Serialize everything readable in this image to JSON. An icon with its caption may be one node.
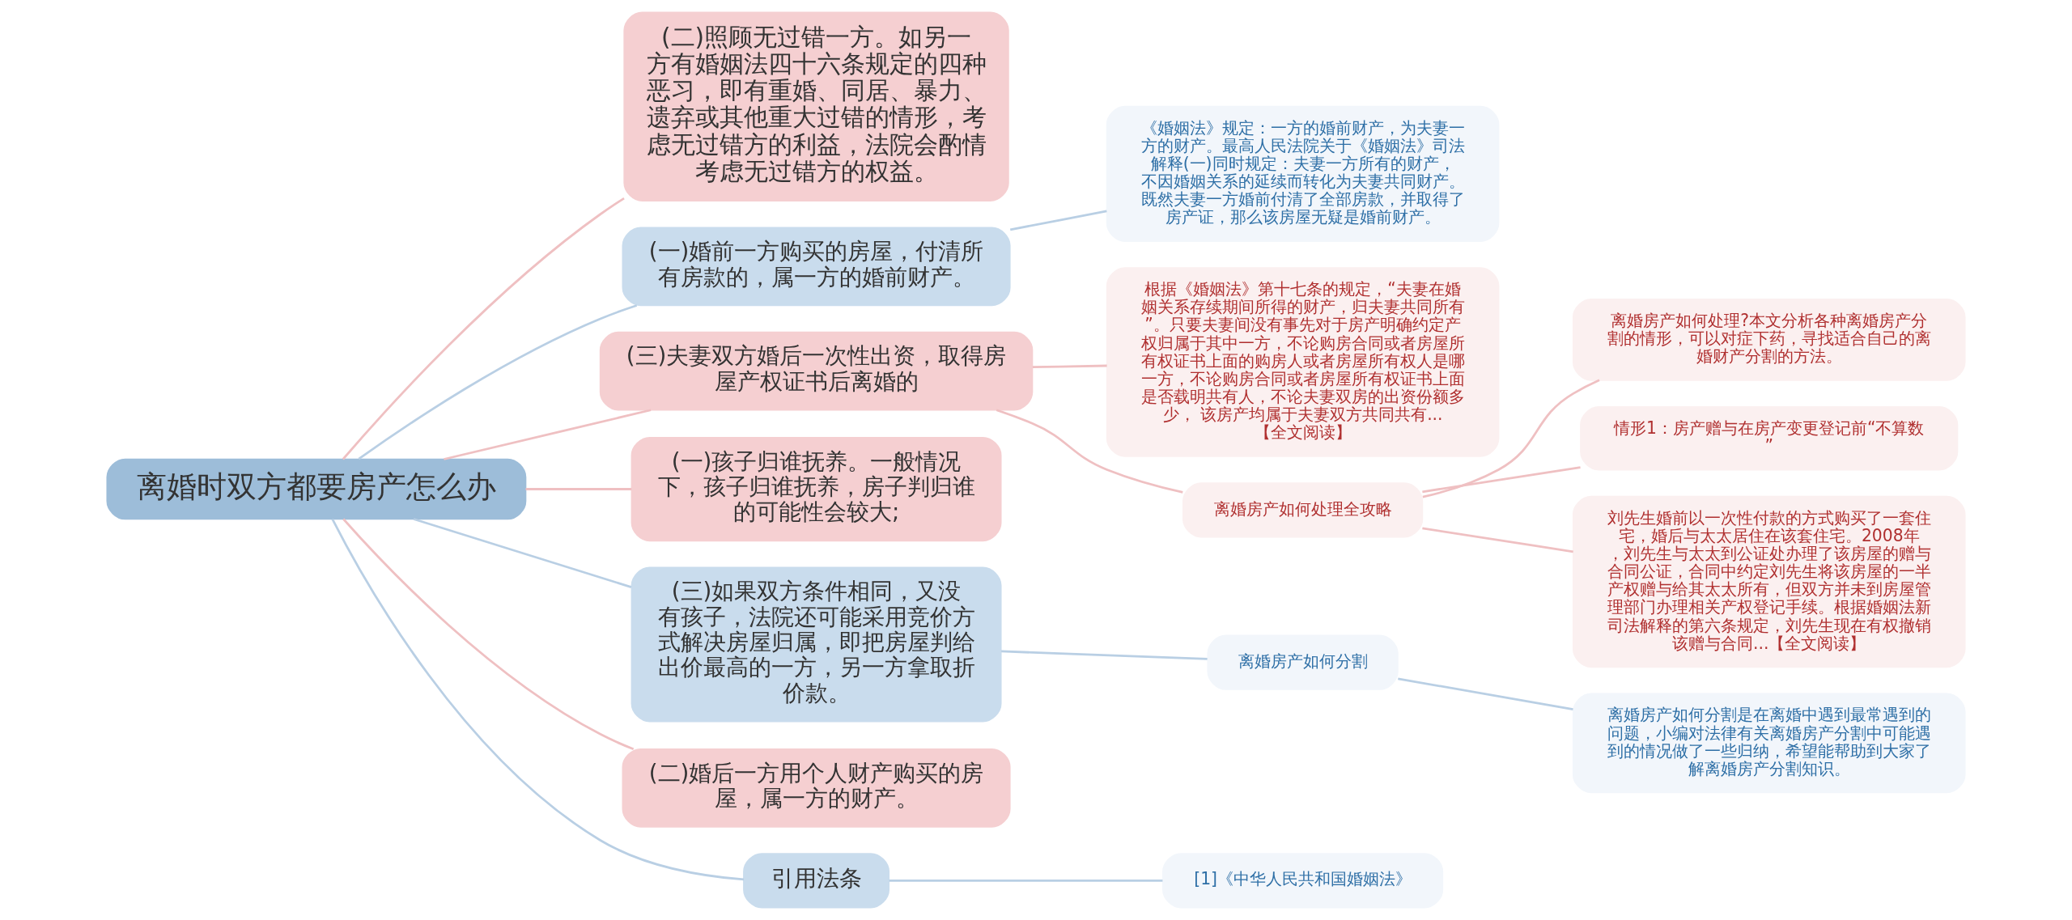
{
  "diagram": {
    "nodes": [
      {
        "text": [
          "离婚时双方都要房产怎么办"
        ]
      },
      {
        "text": [
          "(二)照顾无过错一方。如另一方有婚姻法四十六条规定的四种恶习，即有重婚、同居、暴力、遗弃或其他重大过错的情形，考虑无过错方的利益，法院会酌情考虑无过错方的权益。"
        ]
      },
      {
        "text": [
          "(一)婚前一方购买的房屋，付清所有房款的，属一方的婚前财产。"
        ]
      },
      {
        "text": [
          "《婚姻法》规定：一方的婚前财产，为夫妻一方的财产。最高人民法院关于《婚姻法》司法解释(一)同时规定：夫妻一方所有的财产，不因婚姻关系的延续而转化为夫妻共同财产。既然夫妻一方婚前付清了全部房款，并取得了房产证，那么该房屋无疑是婚前财产。"
        ]
      },
      {
        "text": [
          "(三)夫妻双方婚后一次性出资，取得房屋产权证书后离婚的"
        ]
      },
      {
        "text": [
          "根据《婚姻法》第十七条的规定，“夫妻在婚姻关系存续期间所得的财产，归夫妻共同所有”。只要夫妻间没有事先对于房产明确约定产权归属于其中一方，不论购房合同或者房屋所有权证书上面的购房人或者房屋所有权人是哪一方，不论购房合同或者房屋所有权证书上面是否载明共有人，不论夫妻双房的出资份额多少， 该房产均属于夫妻双方共同共有...【全文阅读】"
        ]
      },
      {
        "text": [
          "离婚房产如何处理全攻略"
        ]
      },
      {
        "text": [
          "离婚房产如何处理?本文分析各种离婚房产分割的情形，可以对症下药，寻找适合自己的离婚财产分割的方法。"
        ]
      },
      {
        "text": [
          "情形1：房产赠与在房产变更登记前“不算数”"
        ]
      },
      {
        "text": [
          "刘先生婚前以一次性付款的方式购买了一套住宅，婚后与太太居住在该套住宅。2008年，刘先生与太太到公证处办理了该房屋的赠与合同公证，合同中约定刘先生将该房屋的一半产权赠与给其太太所有，但双方并未到房屋管理部门办理相关产权登记手续。根据婚姻法新司法解释的第六条规定，刘先生现在有权撤销该赠与合同...【全文阅读】"
        ]
      },
      {
        "text": [
          "(一)孩子归谁抚养。一般情况下，孩子归谁抚养，房子判归谁的可能性会较大;"
        ]
      },
      {
        "text": [
          "(三)如果双方条件相同，又没有孩子，法院还可能采用竞价方式解决房屋归属，即把房屋判给出价最高的一方，另一方拿取折价款。"
        ]
      },
      {
        "text": [
          "离婚房产如何分割"
        ]
      },
      {
        "text": [
          "离婚房产如何分割是在离婚中遇到最常遇到的问题，小编对法律有关离婚房产分割中可能遇到的情况做了一些归纳，希望能帮助到大家了解离婚房产分割知识。"
        ]
      },
      {
        "text": [
          "(二)婚后一方用个人财产购买的房屋，属一方的财产。"
        ]
      },
      {
        "text": [
          "引用法条"
        ]
      },
      {
        "text": [
          "[1]《中华人民共和国婚姻法》"
        ]
      }
    ],
    "edges": [
      {
        "from": 0,
        "to": 1,
        "arrow": "none"
      },
      {
        "from": 0,
        "to": 2,
        "arrow": "none",
        "color": "#b9cfe4"
      },
      {
        "from": 2,
        "to": 3,
        "arrow": "none",
        "color": "#b9cfe4"
      },
      {
        "from": 0,
        "to": 4,
        "arrow": "none"
      },
      {
        "from": 4,
        "to": 5,
        "arrow": "none"
      },
      {
        "from": 4,
        "to": 6,
        "arrow": "none"
      },
      {
        "from": 6,
        "to": 7,
        "arrow": "none"
      },
      {
        "from": 6,
        "to": 8,
        "arrow": "none"
      },
      {
        "from": 6,
        "to": 9,
        "arrow": "none"
      },
      {
        "from": 0,
        "to": 10,
        "arrow": "none"
      },
      {
        "from": 0,
        "to": 11,
        "arrow": "none",
        "color": "#b9cfe4"
      },
      {
        "from": 11,
        "to": 12,
        "arrow": "none",
        "color": "#b9cfe4"
      },
      {
        "from": 12,
        "to": 13,
        "arrow": "none",
        "color": "#b9cfe4"
      },
      {
        "from": 0,
        "to": 14,
        "arrow": "none"
      },
      {
        "from": 0,
        "to": 15,
        "arrow": "none",
        "color": "#b9cfe4"
      },
      {
        "from": 15,
        "to": 16,
        "arrow": "none",
        "color": "#b9cfe4"
      }
    ]
  }
}
